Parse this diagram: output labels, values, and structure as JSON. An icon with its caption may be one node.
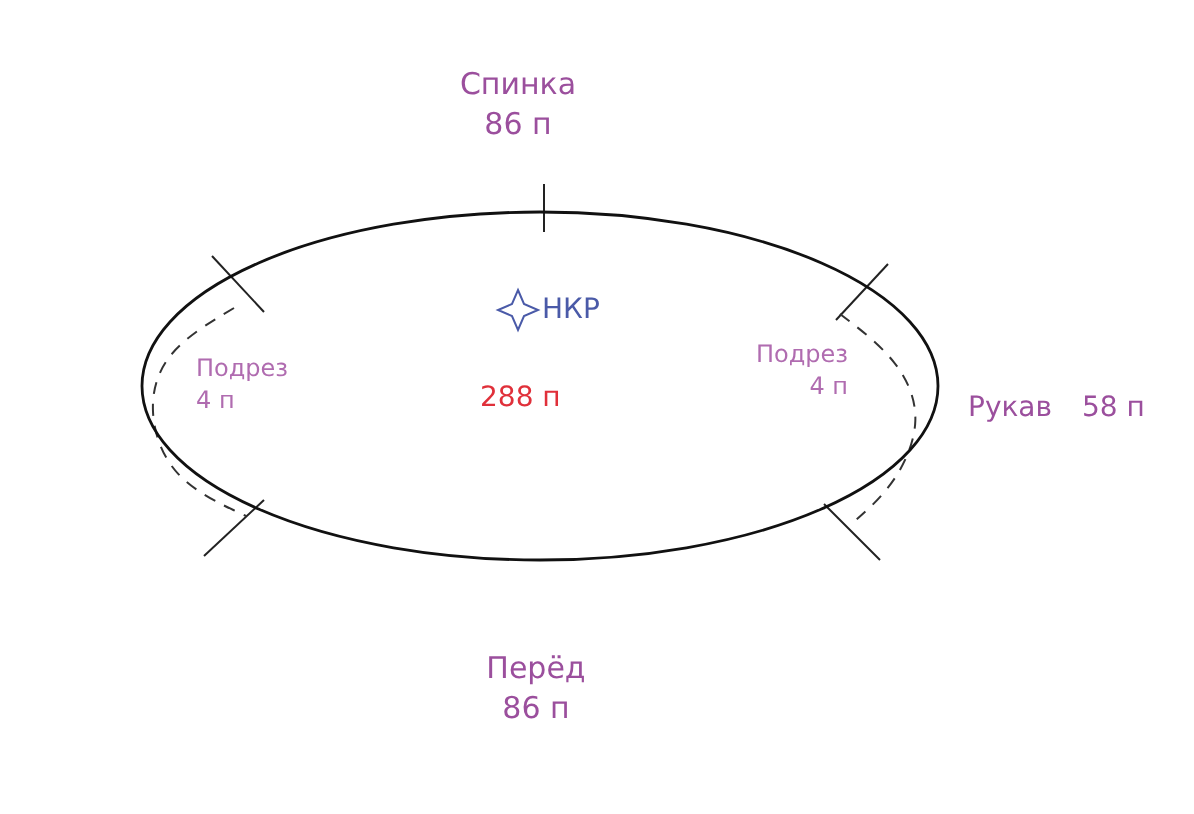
{
  "diagram": {
    "nodes": [
      {
        "text": [
          "288 п"
        ]
      }
    ],
    "labels": [
      "Спинка 86 п",
      "НКР",
      "Подрез 4 п",
      "Подрез 4 п",
      "Рукав",
      "58 п",
      "Перёд 86 п"
    ]
  }
}
